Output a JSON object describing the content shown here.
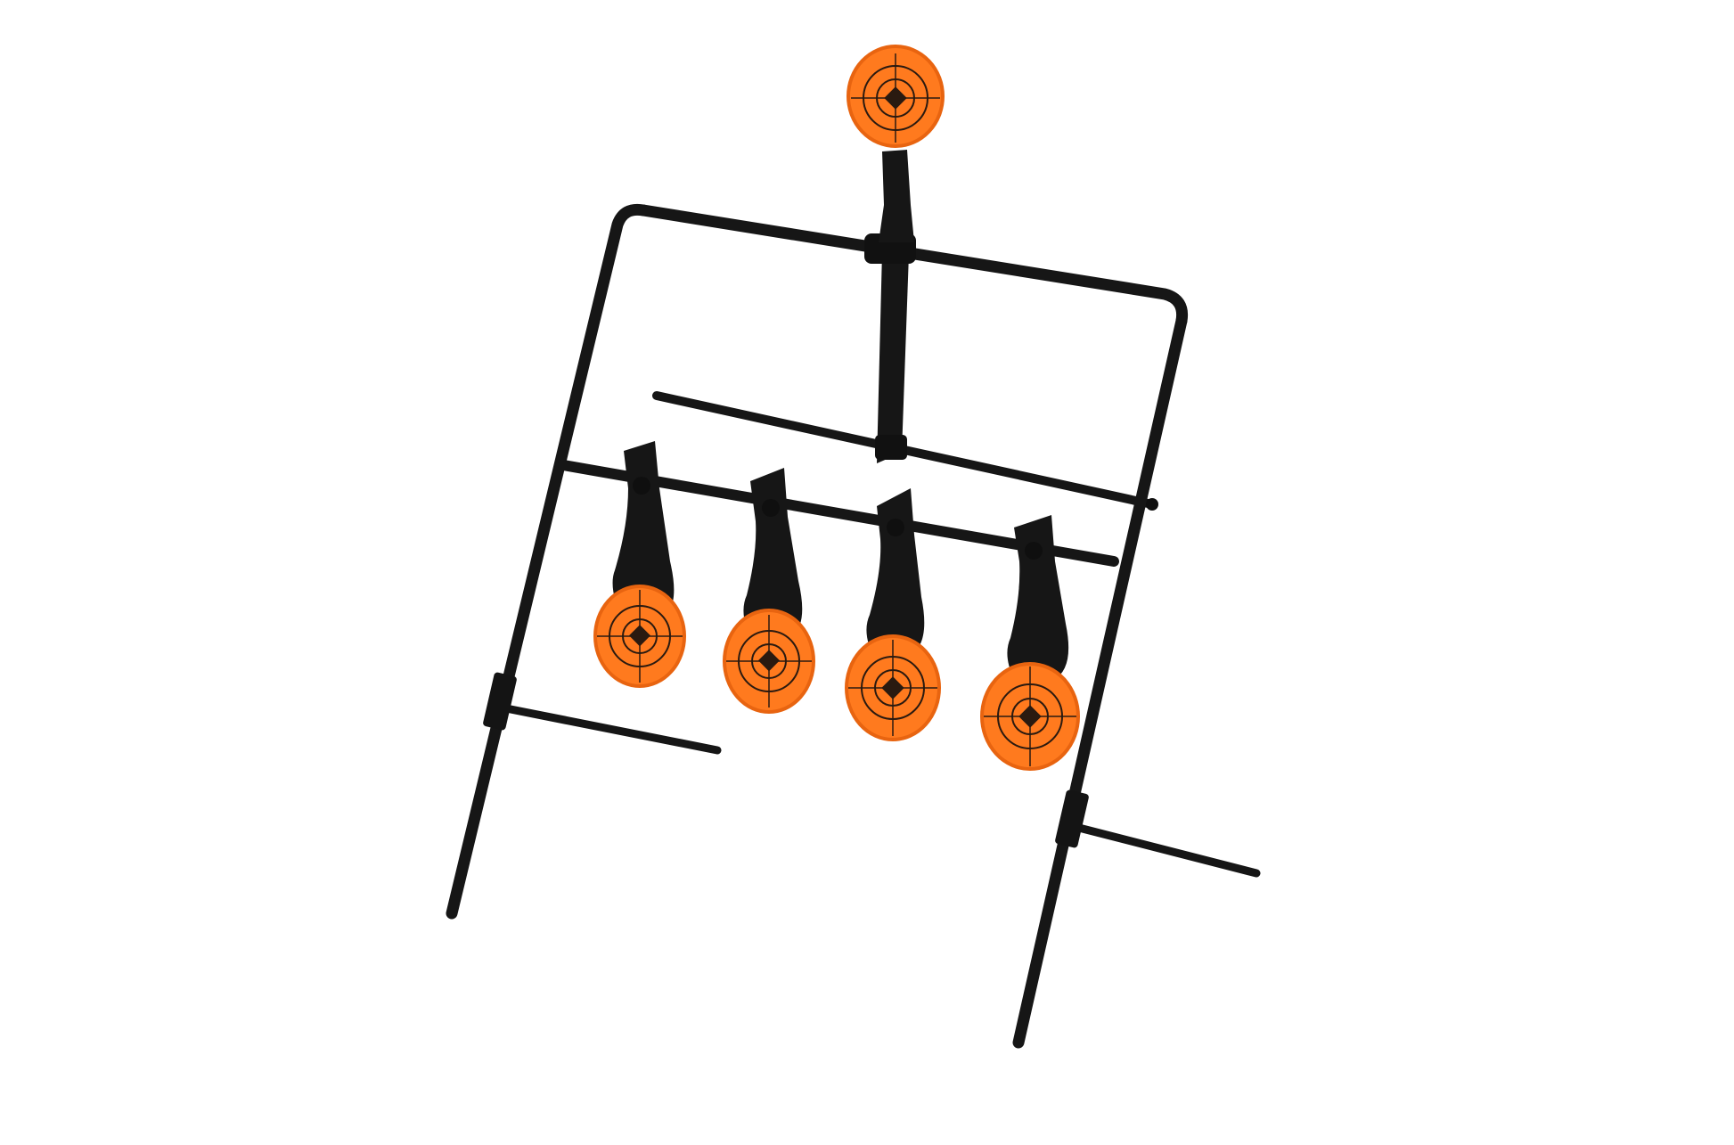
{
  "image": {
    "subject": "resetting-spinner-target",
    "background_color": "#ffffff",
    "colors": {
      "steel": "#161616",
      "steel_highlight": "#3a3a3a",
      "target_face": "#ff7a1e",
      "target_edge": "#e86410",
      "target_marks": "#2a1a10"
    },
    "top_paddle": {
      "count": 1
    },
    "bottom_paddles": {
      "count": 4
    }
  }
}
